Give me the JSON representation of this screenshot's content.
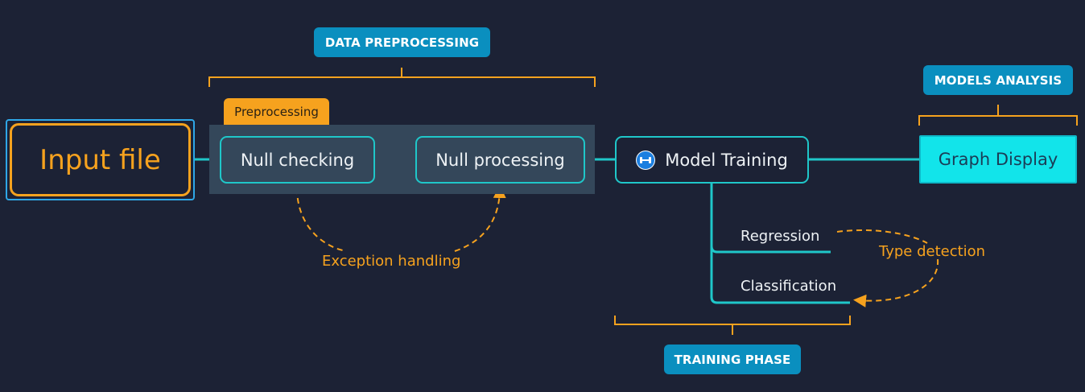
{
  "phases": {
    "preprocessing": "DATA PREPROCESSING",
    "models": "MODELS ANALYSIS",
    "training": "TRAINING PHASE"
  },
  "nodes": {
    "input": "Input file",
    "preprocessing_tag": "Preprocessing",
    "null_checking": "Null checking",
    "null_processing": "Null processing",
    "model_training": "Model Training",
    "graph_display": "Graph Display"
  },
  "branches": {
    "regression": "Regression",
    "classification": "Classification"
  },
  "annotations": {
    "exception": "Exception handling",
    "type_detection": "Type detection"
  },
  "colors": {
    "background": "#1c2235",
    "connector": "#1fc7c9",
    "accent_orange": "#f6a21e",
    "badge_blue": "#0a8fbf",
    "graph_fill": "#12e4ea"
  }
}
